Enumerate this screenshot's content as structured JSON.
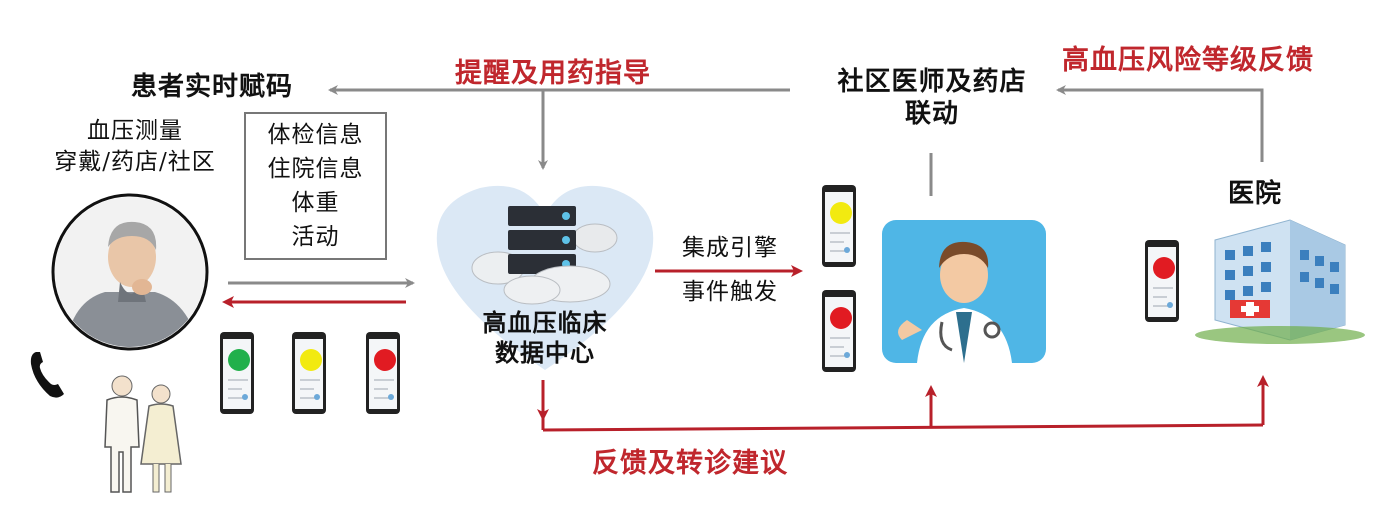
{
  "labels": {
    "patient_code": "患者实时赋码",
    "reminder": "提醒及用药指导",
    "community_line1": "社区医师及药店",
    "community_line2": "联动",
    "risk_feedback": "高血压风险等级反馈",
    "bp_measure_line1": "血压测量",
    "bp_measure_line2": "穿戴/药店/社区",
    "hospital": "医院",
    "data_center_line1": "高血压临床",
    "data_center_line2": "数据中心",
    "engine_line1": "集成引擎",
    "engine_line2": "事件触发",
    "referral": "反馈及转诊建议"
  },
  "info_box": [
    "体检信息",
    "住院信息",
    "体重",
    "活动"
  ],
  "phones": {
    "patient_codes": [
      "green",
      "yellow",
      "red"
    ],
    "community_codes": [
      "yellow",
      "red"
    ],
    "hospital_code": "red"
  },
  "colors": {
    "green": "#21b04b",
    "yellow": "#f2ea10",
    "red": "#e11b22",
    "arrow_red": "#b8202a",
    "arrow_gray": "#8a8a8a",
    "label_red": "#c0272d"
  },
  "icons": [
    "elderly-patient-icon",
    "phone-handset-icon",
    "elderly-couple-icon",
    "cloud-server-icon",
    "heart-background-icon",
    "doctor-icon",
    "hospital-building-icon"
  ]
}
